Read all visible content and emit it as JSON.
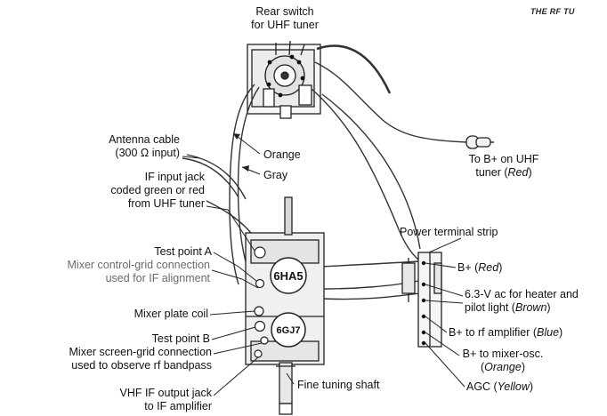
{
  "header": {
    "running_title": "THE RF TU"
  },
  "labels": {
    "rear_switch": [
      "Rear switch",
      "for UHF tuner"
    ],
    "orange": "Orange",
    "gray": "Gray",
    "antenna": [
      "Antenna cable",
      "(300 Ω input)"
    ],
    "if_input": [
      "IF input jack",
      "coded green or red",
      "from UHF tuner"
    ],
    "to_bplus": {
      "line1": "To B+ on UHF",
      "line2_text": "tuner (",
      "line2_italic": "Red",
      "line2_close": ")"
    },
    "power_strip": "Power terminal strip",
    "test_point_a": "Test point A",
    "mixer_control": [
      "Mixer control-grid connection",
      "used for IF alignment"
    ],
    "mixer_plate": "Mixer plate coil",
    "test_point_b": "Test point B",
    "mixer_screen": [
      "Mixer screen-grid connection",
      "used to observe rf bandpass"
    ],
    "vhf_if": [
      "VHF IF output jack",
      "to IF amplifier"
    ],
    "fine_tuning": "Fine tuning shaft",
    "bplus_red": {
      "text": "B+ (",
      "italic": "Red",
      "close": ")"
    },
    "heater": {
      "line1": "6.3-V ac for heater and",
      "line2_text": "pilot light (",
      "line2_italic": "Brown",
      "line2_close": ")"
    },
    "bplus_rf": {
      "text": "B+ to rf amplifier (",
      "italic": "Blue",
      "close": ")"
    },
    "bplus_mixer": {
      "line1": "B+ to mixer-osc.",
      "line2_open": "(",
      "line2_italic": "Orange",
      "line2_close": ")"
    },
    "agc": {
      "text": "AGC (",
      "italic": "Yellow",
      "close": ")"
    }
  },
  "tubes": {
    "upper": "6HA5",
    "lower": "6GJ7"
  }
}
